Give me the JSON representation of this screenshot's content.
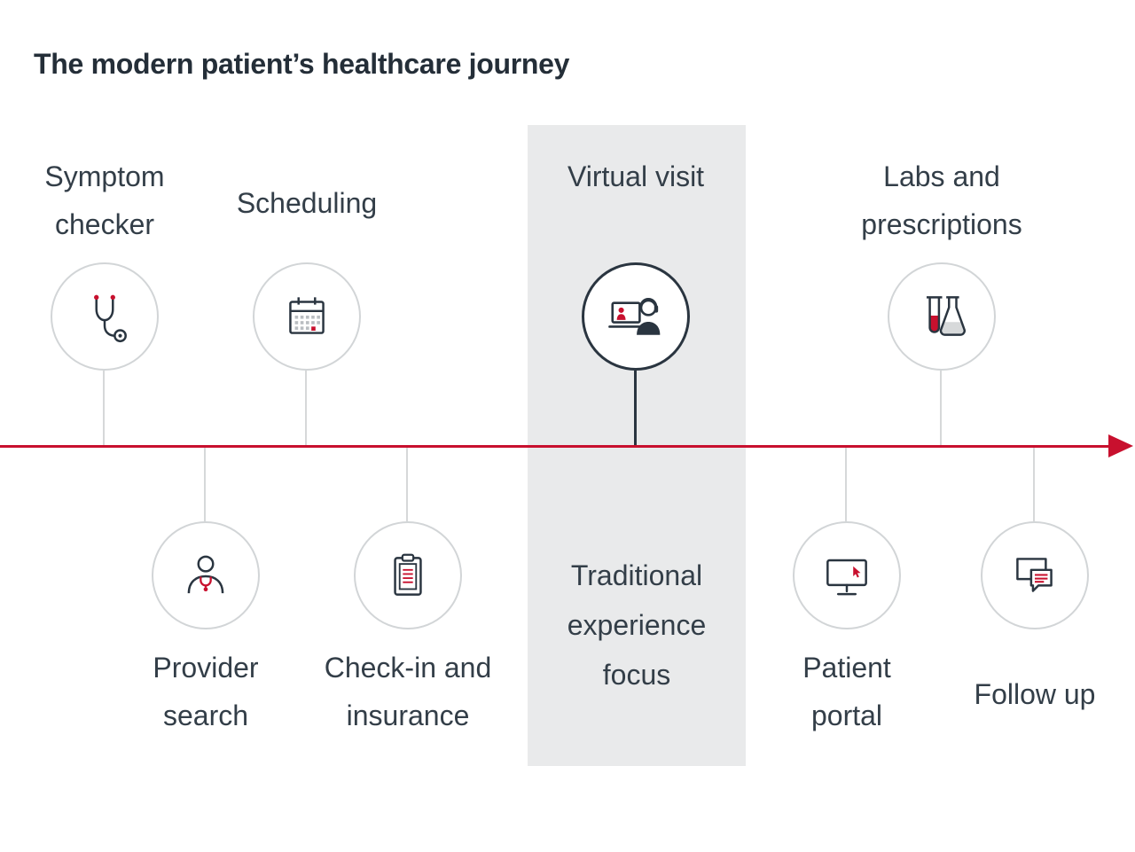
{
  "title": "The modern patient’s healthcare journey",
  "band": {
    "label": "Traditional experience focus"
  },
  "colors": {
    "accent_red": "#c8102e",
    "ink": "#2a3540",
    "label_text": "#333e48",
    "circle_border": "#d2d5d7",
    "connector": "#d6d8d9",
    "band_bg": "#e9eaeb"
  },
  "timeline": {
    "direction": "left-to-right",
    "style": "red arrow axis"
  },
  "top_nodes": [
    {
      "label": "Symptom checker",
      "icon": "stethoscope-icon",
      "highlighted": false
    },
    {
      "label": "Scheduling",
      "icon": "calendar-icon",
      "highlighted": false
    },
    {
      "label": "Virtual visit",
      "icon": "virtual-visit-icon",
      "highlighted": true
    },
    {
      "label": "Labs and prescriptions",
      "icon": "lab-flask-icon",
      "highlighted": false
    }
  ],
  "bottom_nodes": [
    {
      "label": "Provider search",
      "icon": "provider-person-icon",
      "highlighted": false
    },
    {
      "label": "Check-in and insurance",
      "icon": "clipboard-icon",
      "highlighted": false
    },
    {
      "label": "Patient portal",
      "icon": "monitor-icon",
      "highlighted": false
    },
    {
      "label": "Follow up",
      "icon": "chat-bubbles-icon",
      "highlighted": false
    }
  ]
}
